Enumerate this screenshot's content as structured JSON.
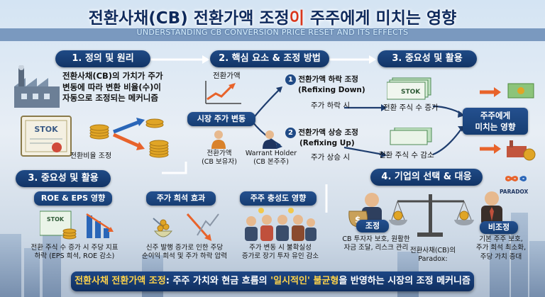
{
  "title": {
    "pre": "전환사채(CB) 전환가액 조정",
    "accent": "이",
    "post": " 주주에게 미치는 영향"
  },
  "subtitle": "UNDERSTANDING CB CONVERSION PRICE RESET AND ITS EFFECTS",
  "sec1": {
    "header": "1. 정의 및 원리",
    "body": [
      "전환사채(CB)의 가치가 주가",
      "변동에 따라 변환 비율(수)이",
      "자동으로 조정되는 메커니즘"
    ],
    "cert_label": "STOK",
    "caption": "전환비율 조정"
  },
  "sec2": {
    "header": "2. 핵심 요소 & 조정 방법",
    "price_label": "전환가액",
    "market_label": "시장 주가 변동",
    "holder_label": [
      "전환가액",
      "(CB 보유자)"
    ],
    "warrant_label": [
      "Warrant Holder",
      "(CB 본주주)"
    ],
    "down": {
      "num": "1",
      "title": "전환가액 하락 조정",
      "en": "(Refixing Down)",
      "cond": "주가 하락 시"
    },
    "up": {
      "num": "2",
      "title": "전환가액 상승 조정",
      "en": "(Refixing Up)",
      "cond": "주가 상승 시"
    }
  },
  "sec3top": {
    "header": "3. 중요성 및 활용",
    "cert_label": "STOK",
    "increase": "전환 주식 수 증가",
    "decrease": "전환 주식 수 감소",
    "impact": [
      "주주에게",
      "미치는 영향"
    ]
  },
  "sec3bottom": {
    "header": "3. 중요성 및 활용",
    "cards": [
      {
        "title": "ROE & EPS 영향",
        "cert": "STOK",
        "text": [
          "전환 주식 수 증가 시 주당 지표",
          "하락 (EPS 희석, ROE 감소)"
        ]
      },
      {
        "title": "주가 희석 효과",
        "text": [
          "신주 발행 증가로 인한 주당",
          "순이익 희석 및 주가 하락 압력"
        ]
      },
      {
        "title": "주주 충성도 영향",
        "text": [
          "주가 변동 시 불확실성",
          "증가로 장기 투자 유인 감소"
        ]
      }
    ]
  },
  "sec4": {
    "header": "4. 기업의 선택 & 대응",
    "logo": "PARADOX",
    "left_label": "조정",
    "left_text": [
      "CB 투자자 보호, 원활한",
      "자금 조달, 리스크 관리"
    ],
    "mid_text": [
      "전환사채(CB)의",
      "Paradox:"
    ],
    "right_label": "비조정",
    "right_text": [
      "기본 주주 보호,",
      "주가 희석 최소화,",
      "주당 가치 증대"
    ]
  },
  "bottom": {
    "a": "전환사채 전환가액 조정",
    "b": ": 주주 가치와 현금 흐름의 ",
    "c": "'일시적인' 불균형",
    "d": "을 반영하는 시장의 조정 메커니즘"
  },
  "colors": {
    "navy": "#1f4a86",
    "accent_red": "#d9361c",
    "gold": "#e0a526",
    "bill_green": "#6fae5c",
    "arrow_blue": "#2a66b8",
    "arrow_orange": "#e8632b"
  }
}
